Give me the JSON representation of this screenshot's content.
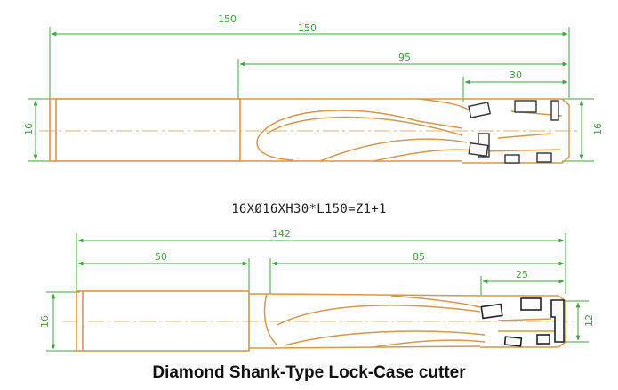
{
  "colors": {
    "dimension": "#3aa83a",
    "tool_outline": "#d9964a",
    "blade": "#333333",
    "background": "#ffffff"
  },
  "top_tool": {
    "dims": {
      "total_upper": "150",
      "total": "150",
      "flute": "95",
      "cut": "30",
      "shank_dia": "16",
      "cut_dia": "16"
    }
  },
  "spec_text": "16XØ16XH30*L150=Z1+1",
  "bottom_tool": {
    "dims": {
      "total": "142",
      "shank": "50",
      "flute": "85",
      "cut": "25",
      "shank_dia": "16",
      "cut_dia": "12"
    }
  },
  "caption": "Diamond  Shank-Type Lock-Case cutter"
}
